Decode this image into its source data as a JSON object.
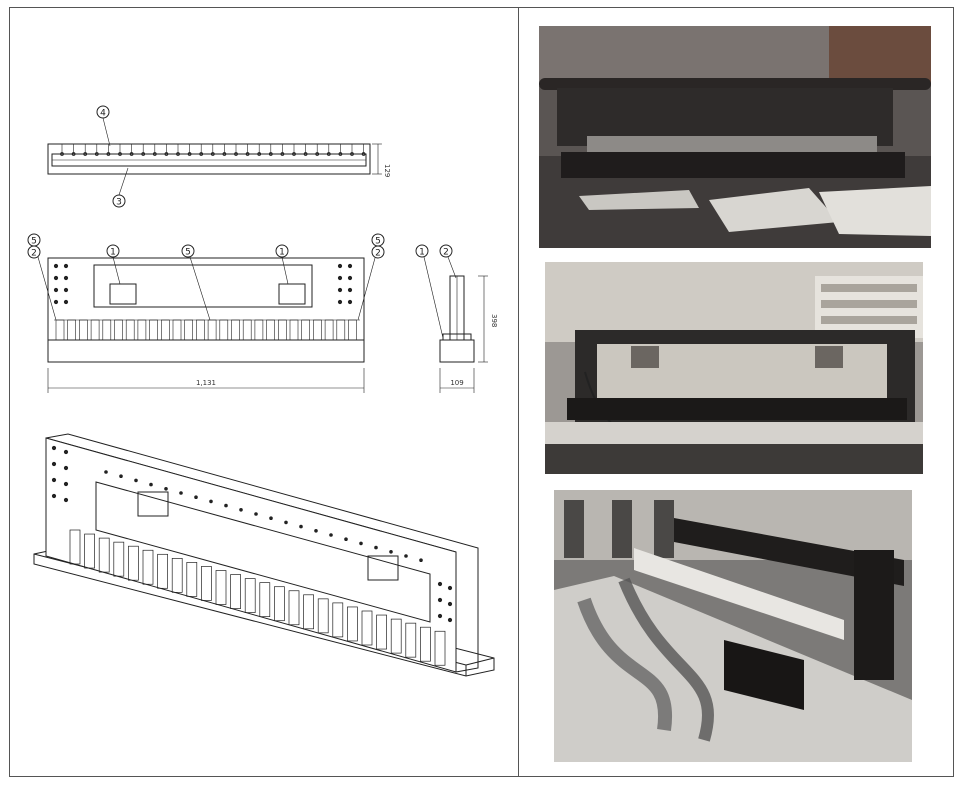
{
  "drawing": {
    "balloons": [
      "4",
      "3",
      "5",
      "2",
      "1",
      "5",
      "1",
      "5",
      "2",
      "1",
      "2"
    ],
    "dimensions": {
      "top_height": "129",
      "front_width": "1,131",
      "side_height": "398",
      "side_width": "109"
    }
  },
  "photos": [
    {
      "subject": "assembled-frame-on-table"
    },
    {
      "subject": "frame-on-shelf-with-wiring"
    },
    {
      "subject": "components-with-cable-bundles"
    }
  ]
}
